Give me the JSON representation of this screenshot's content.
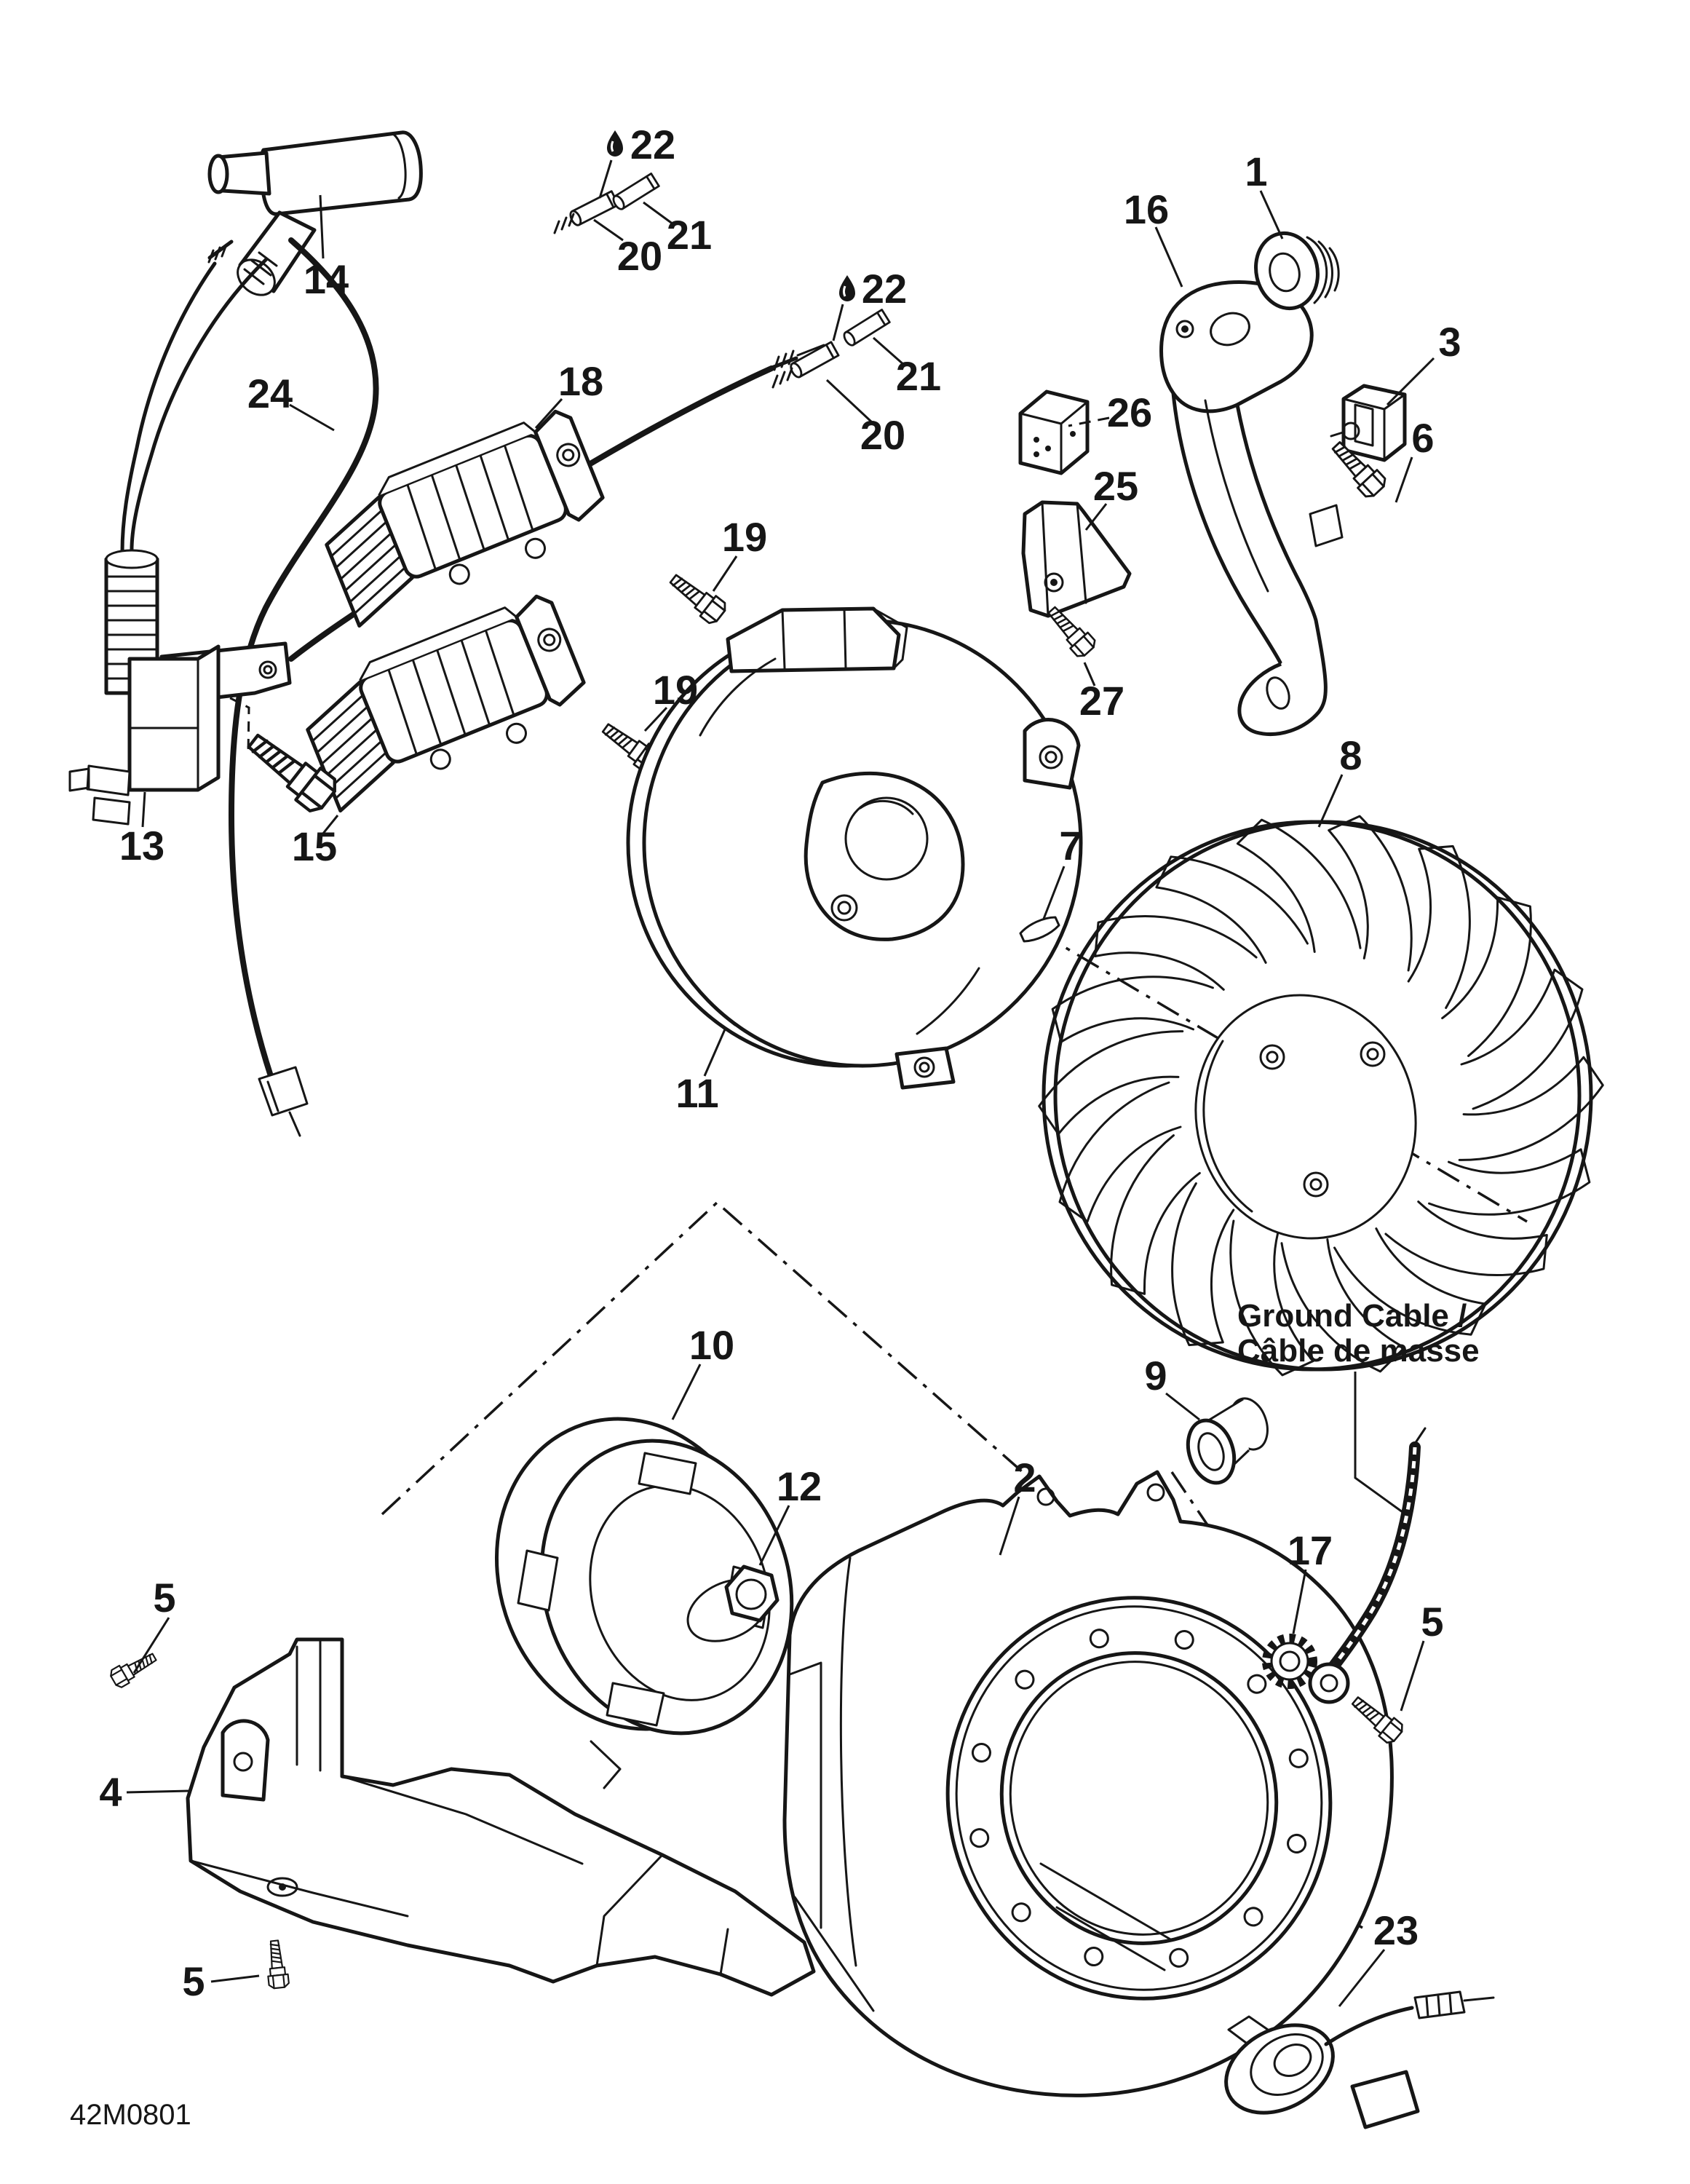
{
  "page": {
    "background": "#ffffff",
    "ink": "#161616",
    "code": "42M0801"
  },
  "annotations": {
    "ground_cable_line1": "Ground Cable /",
    "ground_cable_line2": "Câble de masse"
  },
  "callouts": {
    "c1": "1",
    "c2": "2",
    "c3": "3",
    "c4": "4",
    "c5": "5",
    "c6": "6",
    "c7": "7",
    "c8": "8",
    "c9": "9",
    "c10": "10",
    "c11": "11",
    "c12": "12",
    "c13": "13",
    "c14": "14",
    "c15": "15",
    "c16": "16",
    "c17": "17",
    "c18": "18",
    "c19": "19",
    "c20": "20",
    "c21": "21",
    "c22": "22",
    "c23": "23",
    "c24": "24",
    "c25": "25",
    "c26": "26",
    "c27": "27"
  }
}
